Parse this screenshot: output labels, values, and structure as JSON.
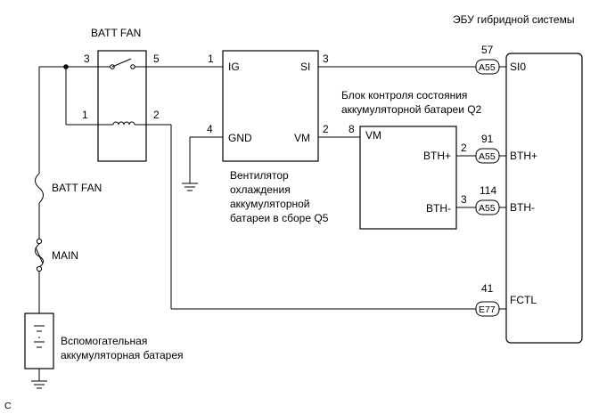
{
  "header": {
    "ecu_title": "ЭБУ гибридной системы"
  },
  "relay": {
    "label": "BATT FAN",
    "pin_3": "3",
    "pin_5": "5",
    "pin_1": "1",
    "pin_2": "2"
  },
  "fan": {
    "pin_ig_no": "1",
    "pin_ig": "IG",
    "pin_si_no": "3",
    "pin_si": "SI",
    "pin_gnd_no": "4",
    "pin_gnd": "GND",
    "pin_vm_no": "2",
    "pin_vm": "VM",
    "caption": [
      "Вентилятор",
      "охлаждения",
      "аккумуляторной",
      "батареи в сборе Q5"
    ]
  },
  "battery_monitor": {
    "caption": [
      "Блок контроля состояния",
      "аккумуляторной батареи Q2"
    ],
    "pin_vm_no": "8",
    "pin_vm": "VM",
    "pin_bthp_no": "2",
    "pin_bthp": "BTH+",
    "pin_bthm_no": "3",
    "pin_bthm": "BTH-"
  },
  "ecu": {
    "pins": [
      {
        "number": "57",
        "connector": "A55",
        "signal": "SI0"
      },
      {
        "number": "91",
        "connector": "A55",
        "signal": "BTH+"
      },
      {
        "number": "114",
        "connector": "A55",
        "signal": "BTH-"
      },
      {
        "number": "41",
        "connector": "E77",
        "signal": "FCTL"
      }
    ]
  },
  "fuses": {
    "batt_fan": "BATT FAN",
    "main": "MAIN"
  },
  "aux_battery": {
    "caption": [
      "Вспомогательная",
      "аккумуляторная батарея"
    ]
  },
  "footer": {
    "code": "C"
  }
}
